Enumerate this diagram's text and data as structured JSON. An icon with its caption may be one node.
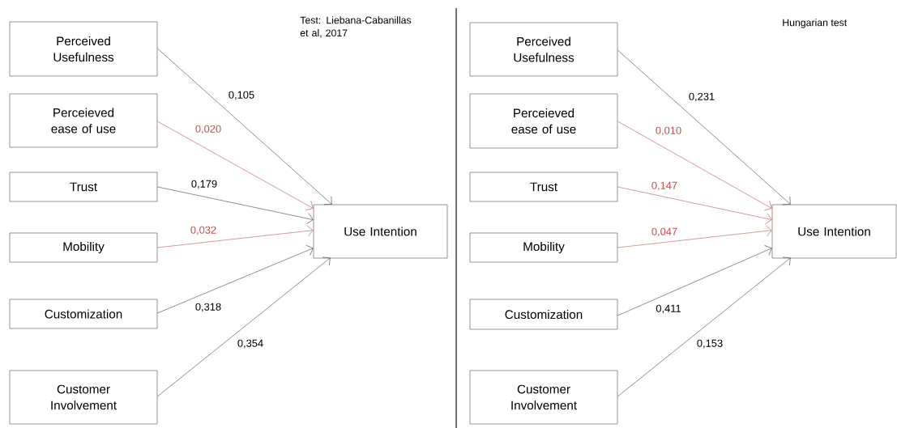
{
  "diagram": {
    "nodes": [
      {
        "text": [
          "Perceived Usefulness"
        ]
      },
      {
        "text": [
          "Perceieved ease of use"
        ]
      },
      {
        "text": [
          "Trust"
        ]
      },
      {
        "text": [
          "Mobility"
        ]
      },
      {
        "text": [
          "Customization"
        ]
      },
      {
        "text": [
          "Customer Involvement"
        ]
      },
      {
        "text": [
          "Use Intention"
        ]
      },
      {
        "text": [
          "Perceived Usefulness"
        ]
      },
      {
        "text": [
          "Perceieved ease of use"
        ]
      },
      {
        "text": [
          "Trust"
        ]
      },
      {
        "text": [
          "Mobility"
        ]
      },
      {
        "text": [
          "Customization"
        ]
      },
      {
        "text": [
          "Customer Involvement"
        ]
      },
      {
        "text": [
          "Use Intention"
        ]
      }
    ],
    "edges": [
      {
        "from": 0,
        "to": 6,
        "arrow": "to",
        "label": "0,105"
      },
      {
        "from": 1,
        "to": 6,
        "arrow": "to",
        "label": "0,020",
        "color": "#c0504d"
      },
      {
        "from": 2,
        "to": 6,
        "arrow": "to",
        "label": "0,179"
      },
      {
        "from": 3,
        "to": 6,
        "arrow": "to",
        "label": "0,032",
        "color": "#c0504d"
      },
      {
        "from": 4,
        "to": 6,
        "arrow": "to",
        "label": "0,318"
      },
      {
        "from": 5,
        "to": 6,
        "arrow": "to",
        "label": "0,354"
      },
      {
        "from": 7,
        "to": 13,
        "arrow": "to",
        "label": "0,231"
      },
      {
        "from": 8,
        "to": 13,
        "arrow": "to",
        "label": "0,010",
        "color": "#c0504d"
      },
      {
        "from": 9,
        "to": 13,
        "arrow": "to",
        "label": "0,147",
        "color": "#c0504d"
      },
      {
        "from": 10,
        "to": 13,
        "arrow": "to",
        "label": "0,047",
        "color": "#c0504d"
      },
      {
        "from": 11,
        "to": 13,
        "arrow": "to",
        "label": "0,411"
      },
      {
        "from": 12,
        "to": 13,
        "arrow": "to",
        "label": "0,153"
      }
    ],
    "labels": [
      "Test: Liebana-Cabanillas et al, 2017",
      "Hungarian test"
    ]
  }
}
